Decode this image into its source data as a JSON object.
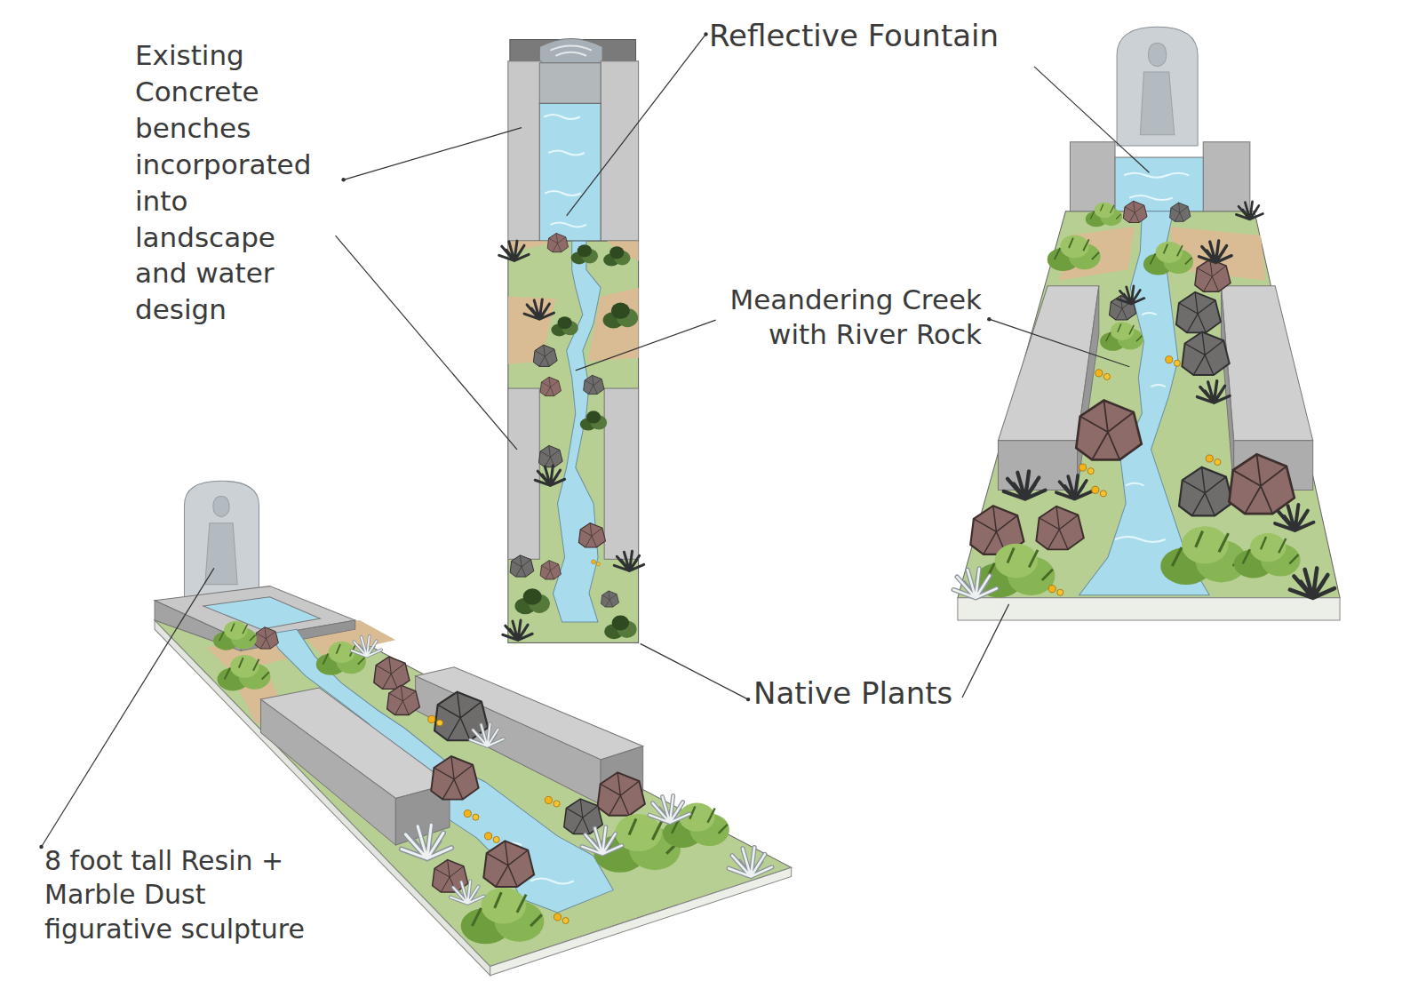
{
  "diagram": {
    "labels": [
      "Existing Concrete benches incorporated into landscape and water design",
      "Reflective Fountain",
      "Meandering Creek with River Rock",
      "Native Plants",
      "8 foot tall Resin + Marble Dust figurative sculpture"
    ]
  }
}
